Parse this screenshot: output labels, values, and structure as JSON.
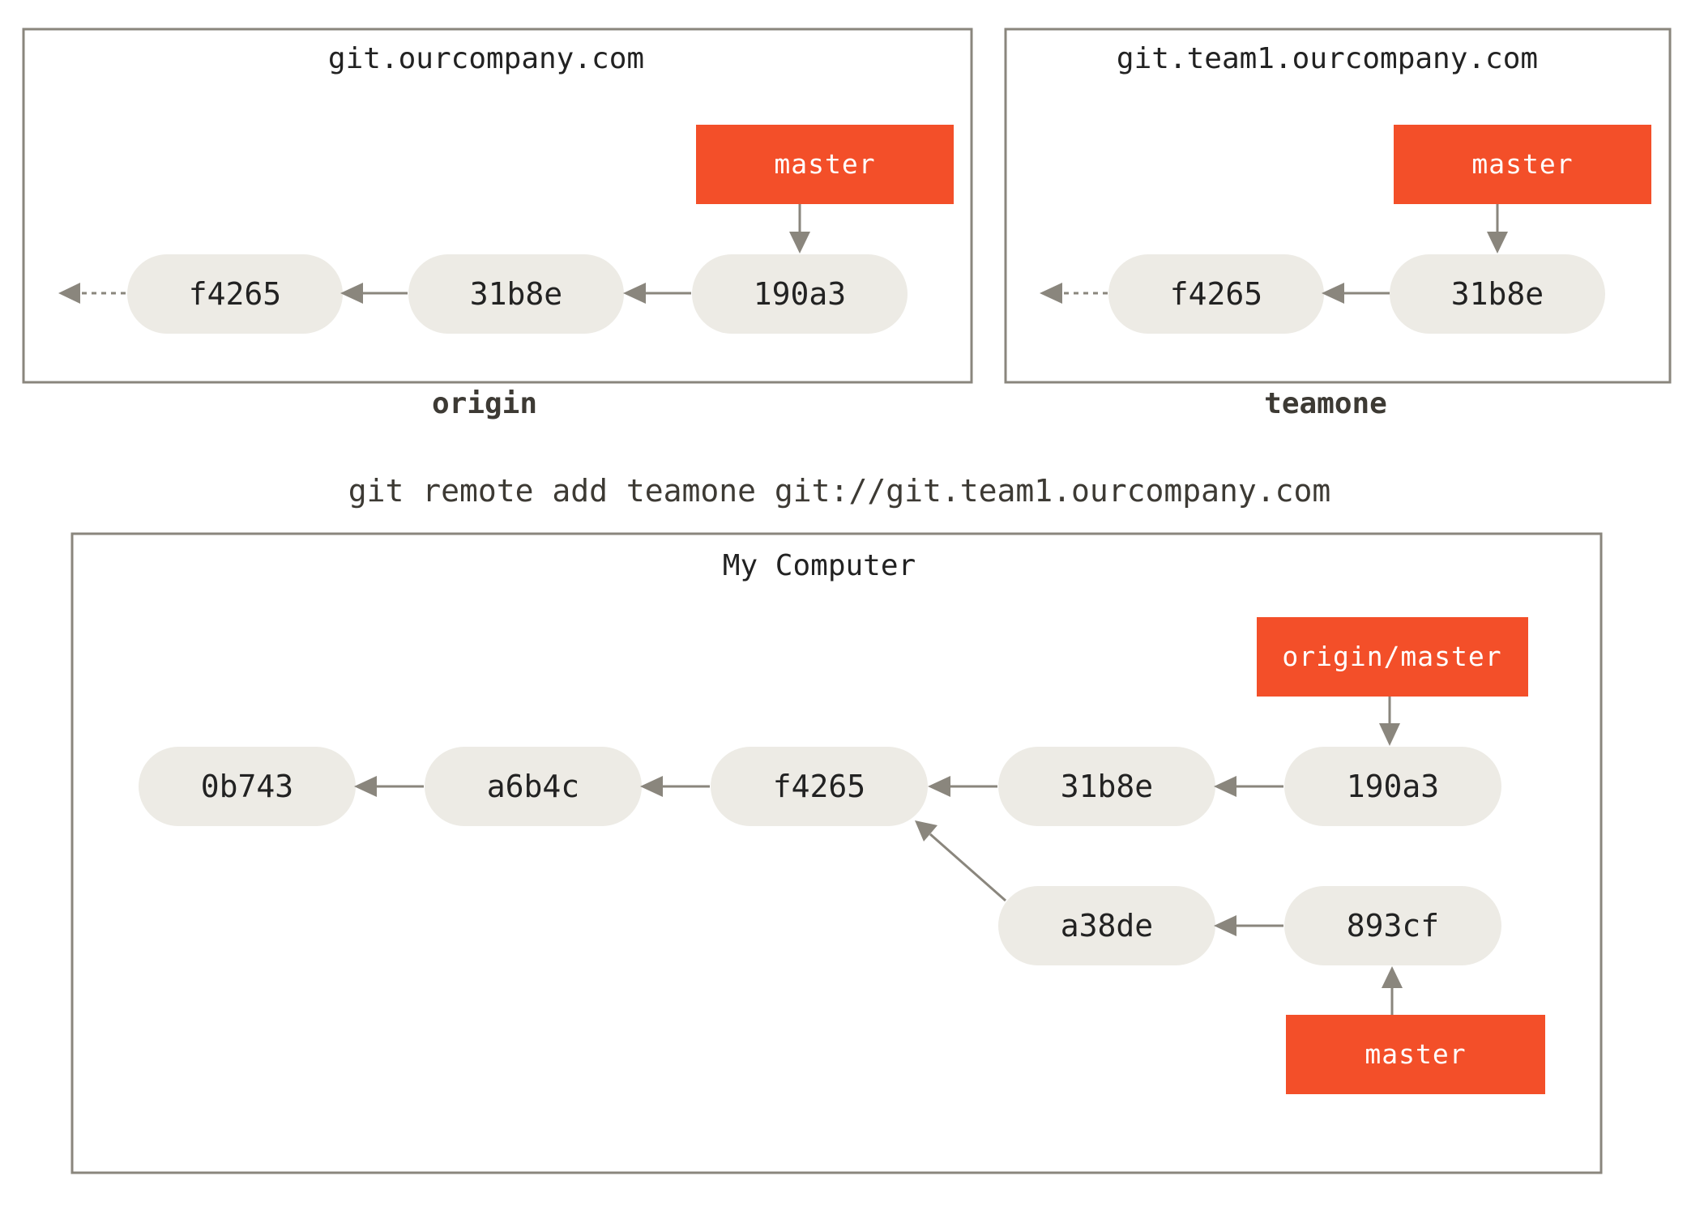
{
  "servers": {
    "origin": {
      "host": "git.ourcompany.com",
      "label": "origin",
      "branch": "master",
      "commits": [
        "f4265",
        "31b8e",
        "190a3"
      ]
    },
    "teamone": {
      "host": "git.team1.ourcompany.com",
      "label": "teamone",
      "branch": "master",
      "commits": [
        "f4265",
        "31b8e"
      ]
    }
  },
  "command": "git remote add teamone git://git.team1.ourcompany.com",
  "local": {
    "title": "My Computer",
    "commits": [
      "0b743",
      "a6b4c",
      "f4265",
      "31b8e",
      "190a3",
      "a38de",
      "893cf"
    ],
    "branches": {
      "origin_master": "origin/master",
      "master": "master"
    }
  }
}
